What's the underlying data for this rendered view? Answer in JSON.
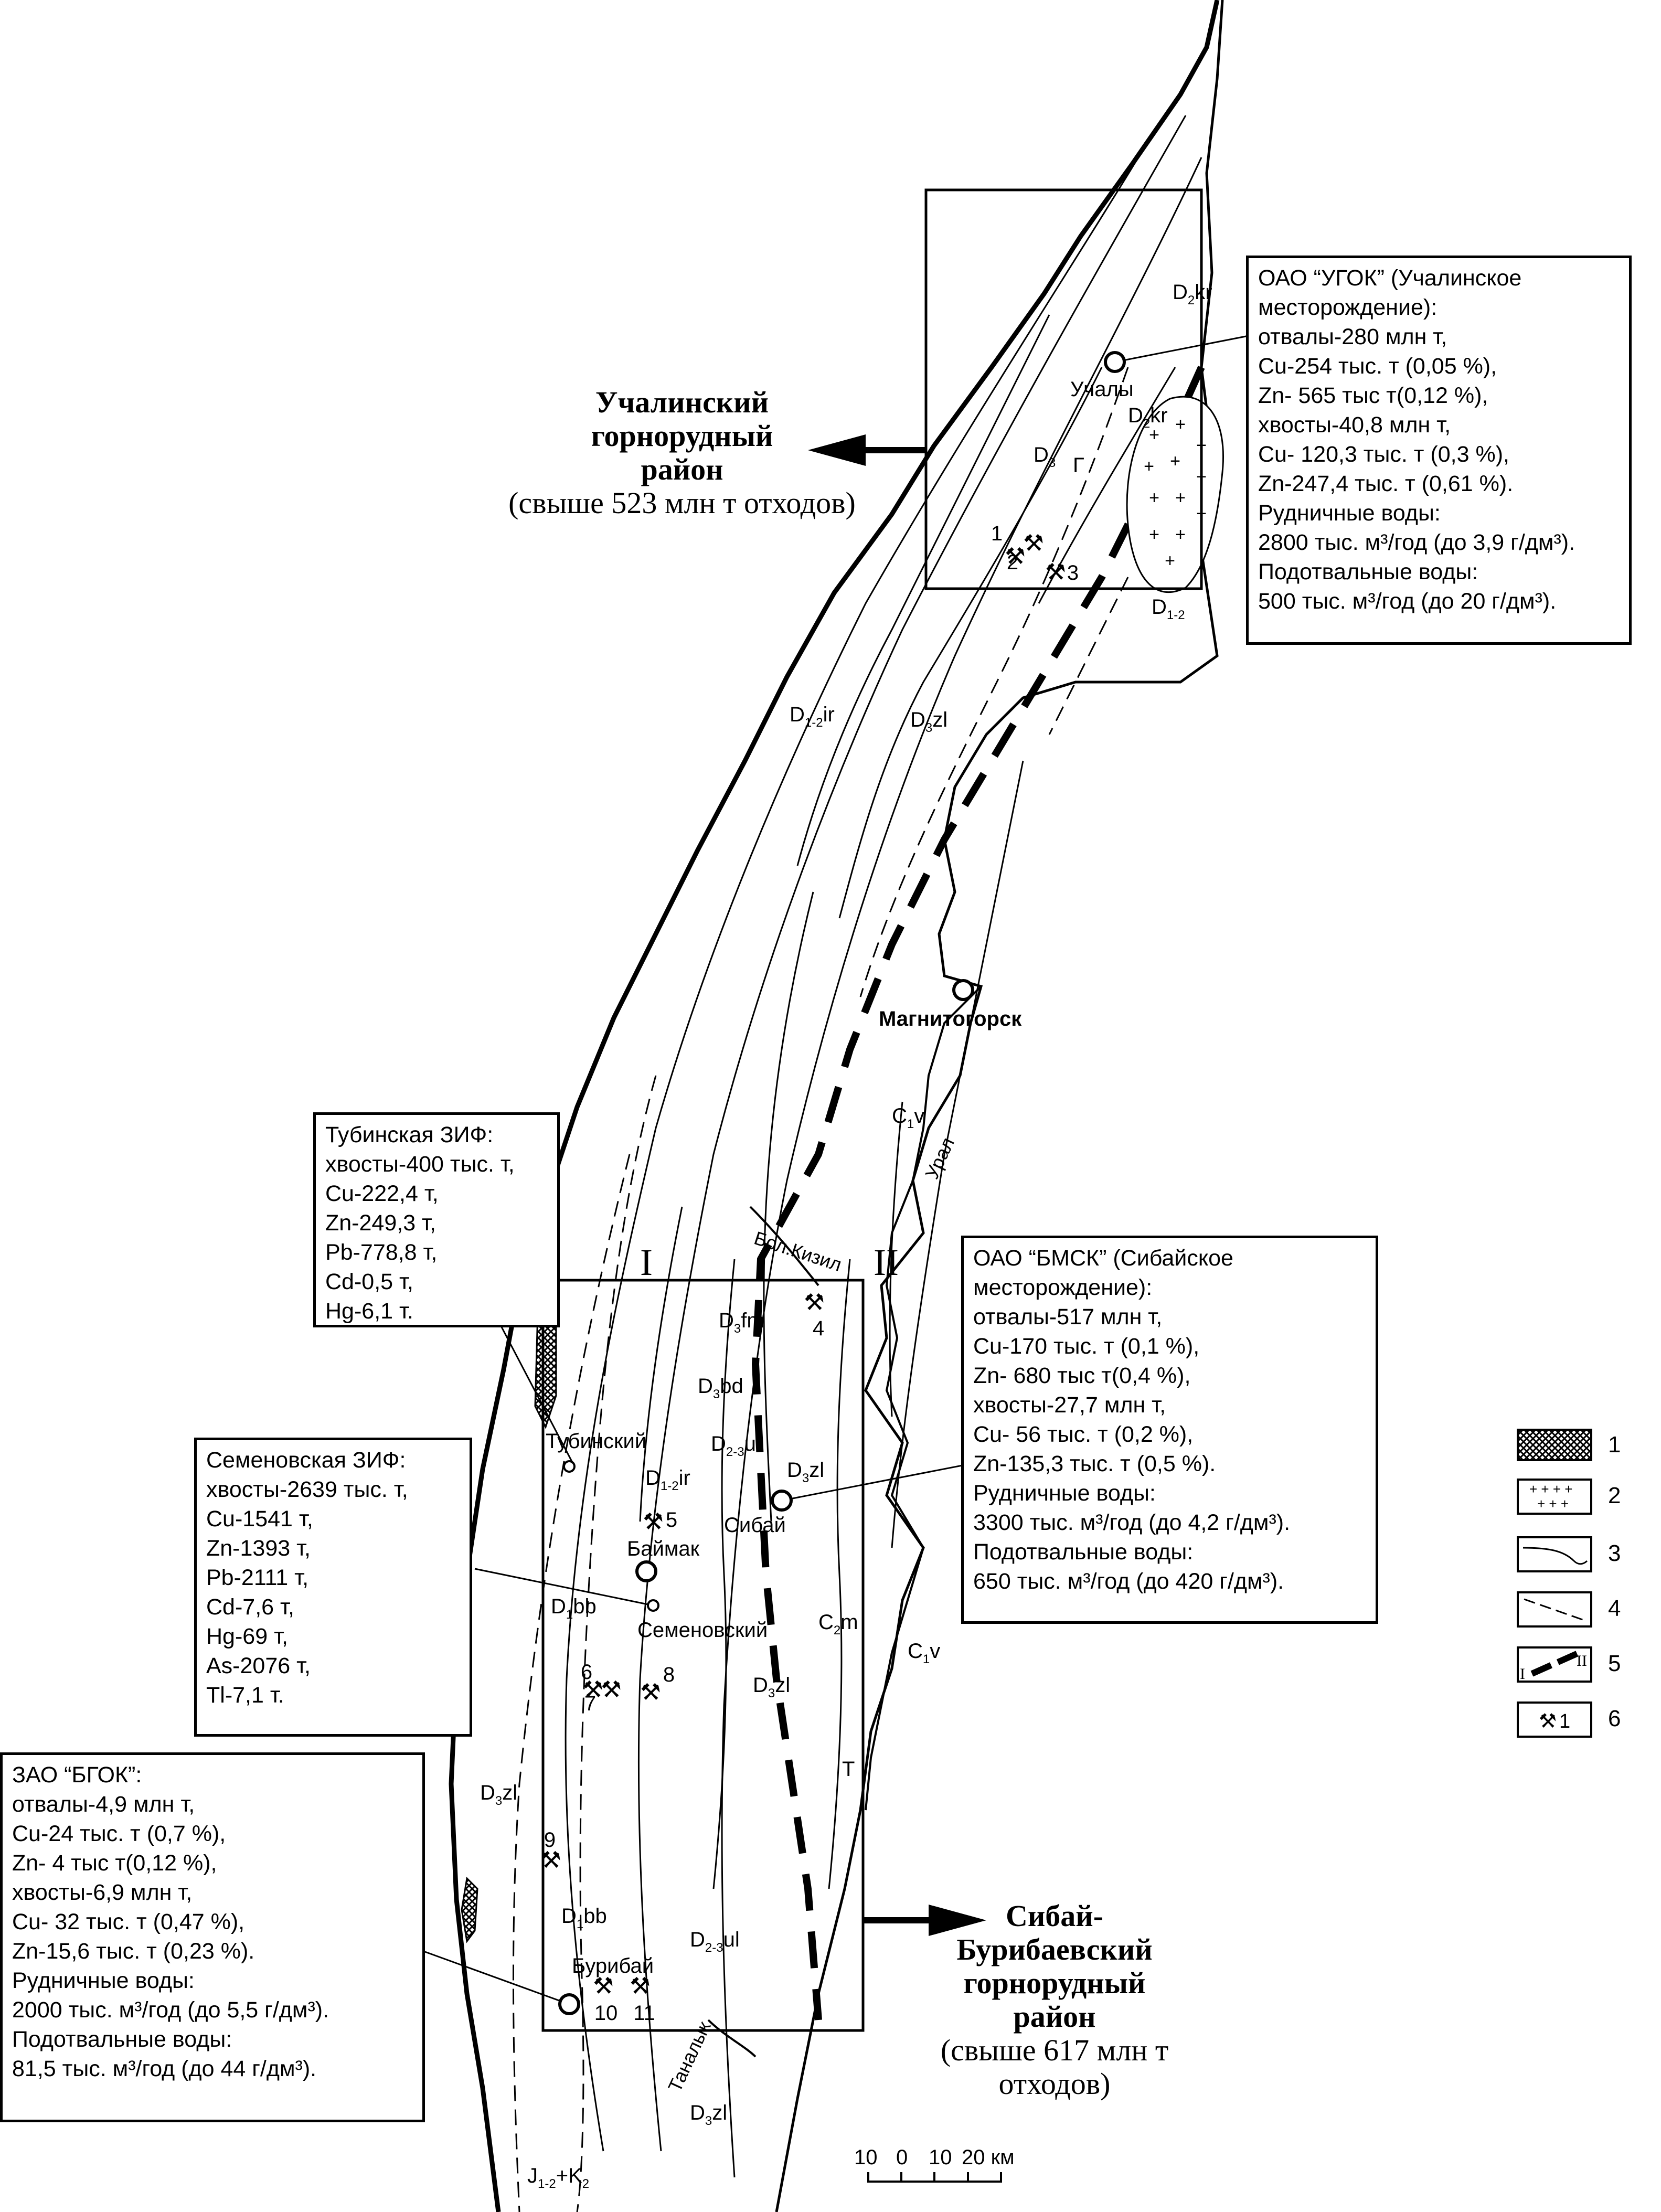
{
  "regions": {
    "uchaly": {
      "line1": "Учалинский",
      "line2": "горнорудный",
      "line3": "район",
      "line4": "(свыше 523 млн т  отходов)"
    },
    "sibay": {
      "line1": "Сибай-",
      "line2": "Бурибаевский",
      "line3": "горнорудный",
      "line4": "район",
      "line5": "(свыше 617 млн т",
      "line6": "отходов)"
    }
  },
  "boxes": {
    "ugok": [
      "ОАО “УГОК” (Учалинское",
      "месторождение):",
      "отвалы-280 млн т,",
      "Cu-254 тыс. т (0,05 %),",
      "Zn- 565 тыс т(0,12 %),",
      "хвосты-40,8 млн т,",
      "Cu- 120,3 тыс. т (0,3 %),",
      "Zn-247,4 тыс. т (0,61 %).",
      "Рудничные воды:",
      "2800 тыс. м³/год (до 3,9 г/дм³).",
      "Подотвальные воды:",
      "500 тыс. м³/год (до 20 г/дм³)."
    ],
    "tubinsk": [
      "Тубинская ЗИФ:",
      "хвосты-400 тыс. т,",
      "Cu-222,4 т,",
      "Zn-249,3 т,",
      "Pb-778,8 т,",
      "Cd-0,5 т,",
      "Hg-6,1 т."
    ],
    "bmsk": [
      "ОАО “БМСК” (Сибайское",
      "месторождение):",
      "отвалы-517 млн т,",
      "Cu-170 тыс. т (0,1 %),",
      "Zn- 680 тыс т(0,4 %),",
      "хвосты-27,7 млн т,",
      "Cu- 56 тыс. т (0,2 %),",
      "Zn-135,3 тыс. т (0,5 %).",
      "Рудничные воды:",
      "3300 тыс. м³/год (до 4,2 г/дм³).",
      "Подотвальные воды:",
      "650 тыс. м³/год (до 420 г/дм³)."
    ],
    "semenov": [
      "Семеновская ЗИФ:",
      "хвосты-2639 тыс. т,",
      "Cu-1541 т,",
      "Zn-1393 т,",
      "Pb-2111 т,",
      "Cd-7,6 т,",
      "Hg-69 т,",
      "As-2076 т,",
      "Tl-7,1 т."
    ],
    "bgok": [
      "ЗАО “БГОК”:",
      "отвалы-4,9 млн т,",
      "Cu-24 тыс. т (0,7 %),",
      "Zn- 4 тыс т(0,12 %),",
      "хвосты-6,9 млн т,",
      "Cu- 32 тыс. т (0,47 %),",
      "Zn-15,6 тыс. т (0,23 %).",
      "Рудничные воды:",
      "2000 тыс. м³/год (до 5,5 г/дм³).",
      "Подотвальные воды:",
      "81,5 тыс. м³/год (до 44 г/дм³)."
    ]
  },
  "cities": {
    "uchaly": "Учалы",
    "magnitogorsk": "Магнитогорск",
    "tubinsky": "Тубинский",
    "sibay": "Сибай",
    "baymak": "Баймак",
    "semenovsky": "Семеновский",
    "buribay": "Бурибай"
  },
  "rivers": {
    "ural": "Урал",
    "bol_kizil": "Бол.Кизил",
    "tanalyk": "Таналык"
  },
  "mine_numbers": [
    "1",
    "2",
    "3",
    "4",
    "5",
    "6",
    "7",
    "8",
    "9",
    "10",
    "11"
  ],
  "zones": {
    "one": "I",
    "two": "II"
  },
  "geology": {
    "d2kr": {
      "base": "D",
      "sub": "2",
      "rest": "kr"
    },
    "d3": {
      "base": "D",
      "sub": "3",
      "rest": ""
    },
    "d12": {
      "base": "D",
      "sub": "1-2",
      "rest": ""
    },
    "d12ir": {
      "base": "D",
      "sub": "1-2",
      "rest": "ir"
    },
    "d3zl": {
      "base": "D",
      "sub": "3",
      "rest": "zl"
    },
    "c1v": {
      "base": "C",
      "sub": "1",
      "rest": "v"
    },
    "d3fm": {
      "base": "D",
      "sub": "3",
      "rest": "fm"
    },
    "d3bd": {
      "base": "D",
      "sub": "3",
      "rest": "bd"
    },
    "d23ul": {
      "base": "D",
      "sub": "2-3",
      "rest": "ul"
    },
    "d1bb": {
      "base": "D",
      "sub": "1",
      "rest": "bb"
    },
    "c2m": {
      "base": "C",
      "sub": "2",
      "rest": "m"
    },
    "t": "T",
    "g": "Г",
    "j12k2": {
      "a": "J",
      "asub": "1-2",
      "b": "+K",
      "bsub": "2"
    }
  },
  "scale": {
    "ticks": [
      "10",
      "0",
      "10",
      "20 км"
    ]
  },
  "legend": {
    "items": [
      "1",
      "2",
      "3",
      "4",
      "5",
      "6"
    ],
    "zone_left": "I",
    "zone_right": "II",
    "mine_index": "1"
  }
}
